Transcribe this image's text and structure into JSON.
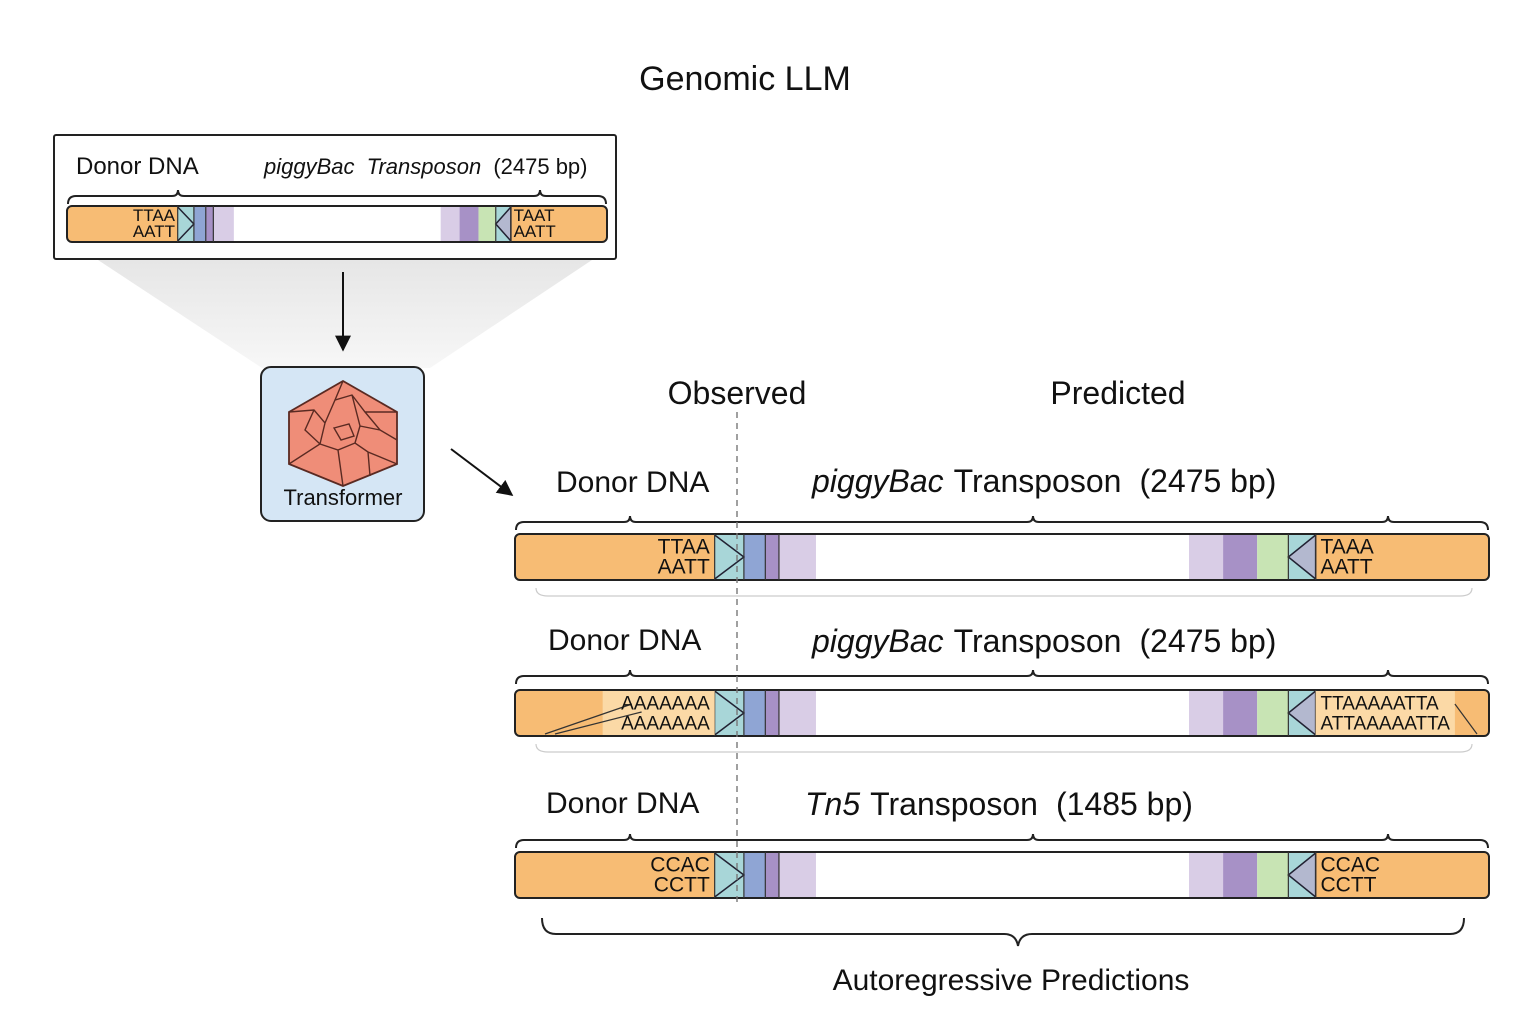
{
  "title": "Genomic LLM",
  "input_panel": {
    "donor_label": "Donor DNA",
    "transposon_name": "piggyBac",
    "transposon_word": "Transposon",
    "transposon_size": "(2475 bp)",
    "left_end": [
      "TTAA",
      "AATT"
    ],
    "right_end": [
      "TAAT",
      "AATT"
    ]
  },
  "model": {
    "label": "Transformer"
  },
  "section_labels": {
    "observed": "Observed",
    "predicted": "Predicted"
  },
  "predictions": [
    {
      "donor_label": "Donor DNA",
      "transposon_name": "piggyBac",
      "transposon_word": "Transposon",
      "transposon_size": "(2475 bp)",
      "left_end": [
        "TTAA",
        "AATT"
      ],
      "right_end": [
        "TAAA",
        "AATT"
      ]
    },
    {
      "donor_label": "Donor DNA",
      "transposon_name": "piggyBac",
      "transposon_word": "Transposon",
      "transposon_size": "(2475 bp)",
      "left_end": [
        "AAAAAAA",
        "AAAAAAA"
      ],
      "right_end": [
        "TTAAAAATTA",
        "ATTAAAAATTA"
      ]
    },
    {
      "donor_label": "Donor DNA",
      "transposon_name": "Tn5",
      "transposon_word": "Transposon",
      "transposon_size": "(1485 bp)",
      "left_end": [
        "CCAC",
        "CCTT"
      ],
      "right_end": [
        "CCAC",
        "CCTT"
      ]
    }
  ],
  "footer_label": "Autoregressive Predictions",
  "colors": {
    "donor": "#f7bc74",
    "donor_light": "#fbd9a6",
    "tir": "#a8d6d8",
    "blue": "#8fa5d4",
    "purple_dark": "#a791c6",
    "purple_mid": "#b9a6d6",
    "purple_light": "#d9cde6",
    "green": "#c8e4b4",
    "model_box": "#d5e6f5",
    "model_icon": "#ef8d78"
  }
}
